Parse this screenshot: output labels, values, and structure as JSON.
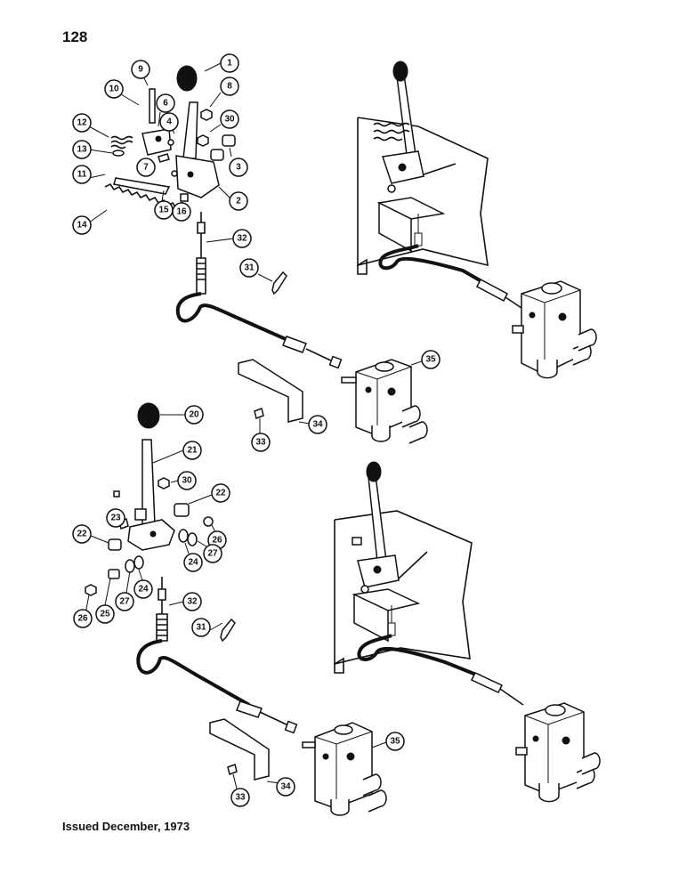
{
  "page_number": "128",
  "footer": "Issued December, 1973",
  "callouts": {
    "top": [
      "1",
      "2",
      "3",
      "4",
      "6",
      "7",
      "8",
      "9",
      "10",
      "11",
      "12",
      "13",
      "14",
      "15",
      "16",
      "30",
      "31",
      "32",
      "33",
      "34",
      "35"
    ],
    "bottom": [
      "20",
      "21",
      "22",
      "22",
      "23",
      "24",
      "24",
      "25",
      "26",
      "26",
      "27",
      "27",
      "30",
      "31",
      "32",
      "33",
      "34",
      "35"
    ]
  }
}
